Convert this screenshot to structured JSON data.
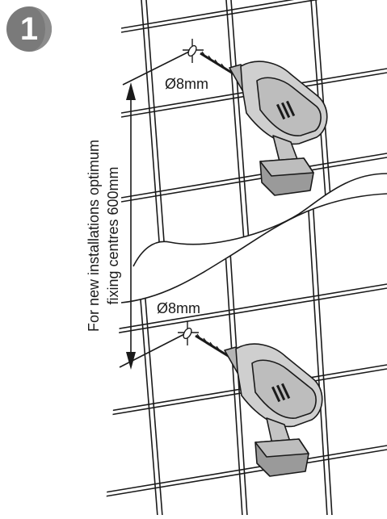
{
  "step": {
    "number": "1",
    "badge_color": "#7a7a7a"
  },
  "holes": {
    "top_diameter": "Ø8mm",
    "bottom_diameter": "Ø8mm"
  },
  "note": {
    "line1": "For new installations optimum",
    "line2": "fixing centres 600mm"
  },
  "colors": {
    "drill_body": "#c9c9c9",
    "drill_shadow": "#9a9a9a",
    "line": "#1a1a1a"
  }
}
